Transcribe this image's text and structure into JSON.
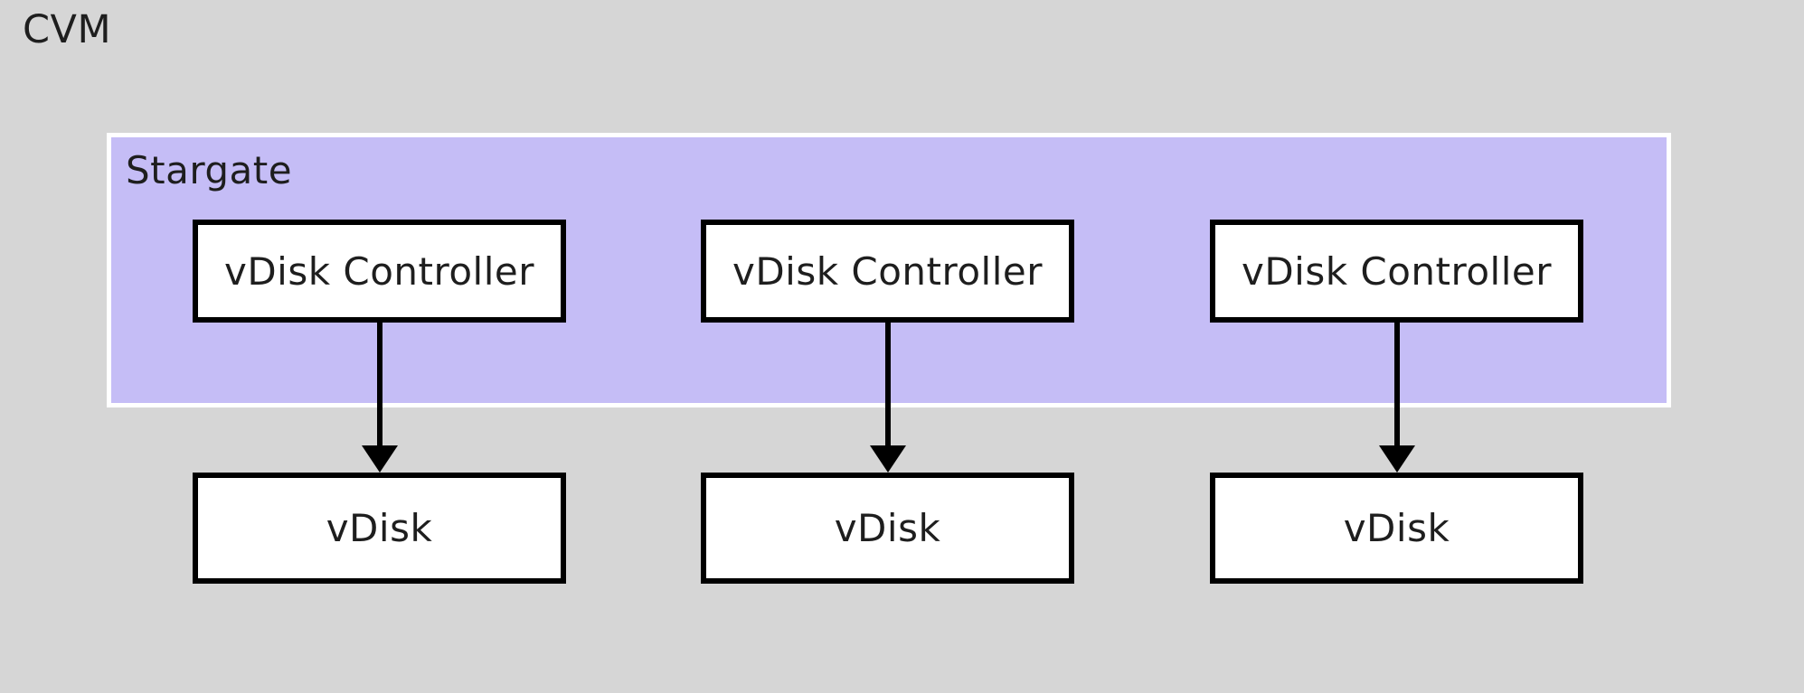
{
  "canvas": {
    "label": "CVM"
  },
  "group": {
    "label": "Stargate"
  },
  "columns": [
    {
      "controller": "vDisk Controller",
      "disk": "vDisk"
    },
    {
      "controller": "vDisk Controller",
      "disk": "vDisk"
    },
    {
      "controller": "vDisk Controller",
      "disk": "vDisk"
    }
  ],
  "colors": {
    "background": "#d6d6d6",
    "group_fill": "#c5bdf6",
    "group_border": "#ffffff",
    "node_fill": "#ffffff",
    "node_border": "#000000",
    "arrow": "#000000",
    "text": "#1e1e1e"
  }
}
